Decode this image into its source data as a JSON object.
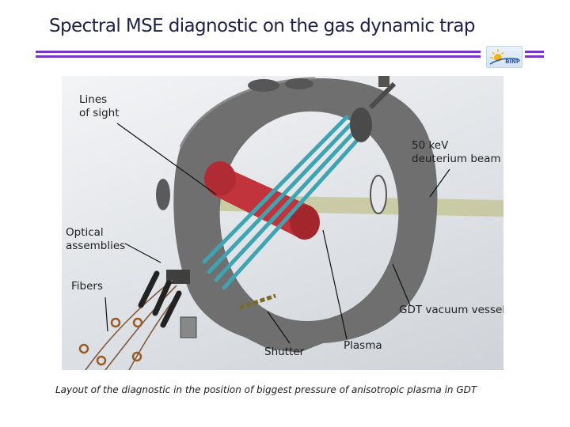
{
  "slide": {
    "title": "Spectral MSE diagnostic on the gas dynamic trap",
    "caption": "Layout of the diagnostic in the position of biggest pressure of anisotropic plasma in GDT",
    "logo_text": "BINP",
    "accent_color": "#7b35c6"
  },
  "figure": {
    "labels": {
      "lines_of_sight": "Lines\nof sight",
      "beam": "50 keV\ndeuterium beam",
      "optical_assemblies": "Optical\nassemblies",
      "fibers": "Fibers",
      "vessel": "GDT vacuum vessel",
      "shutter": "Shutter",
      "plasma": "Plasma"
    }
  }
}
